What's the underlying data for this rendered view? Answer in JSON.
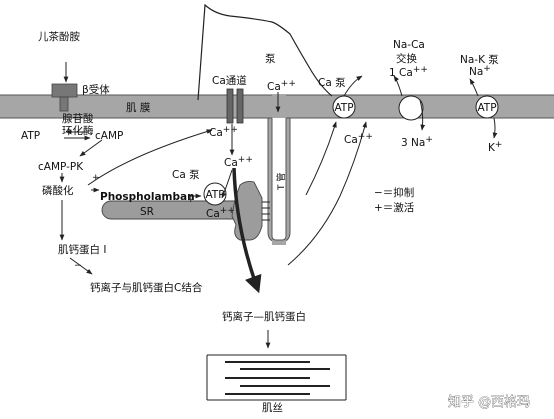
{
  "labels": {
    "norepinephrine": "儿茶酚胺",
    "beta_receptor": "β受体",
    "membrane": "肌 膜",
    "adenylate_cyclase_1": "腺苷酸",
    "adenylate_cyclase_2": "环化酶",
    "atp_left": "ATP",
    "camp": "cAMP",
    "camp_pk": "cAMP-PK",
    "phosphorylation": "磷酸化",
    "phospholamban": "Phospholamban",
    "sr": "SR",
    "troponin": "肌钙蛋白 I",
    "calcium_troponin_c": "钙离子与肌钙蛋白C结合",
    "calcium_troponin": "钙离子—肌钙蛋白",
    "myofilament": "肌丝",
    "ca_channel": "Ca通道",
    "ca_pump_sr": "Ca 泵",
    "ca_pump_membrane": "Ca 泵",
    "pump_top": "泵",
    "t_tubule": "T 管",
    "na_ca_1": "Na-Ca",
    "na_ca_2": "交换",
    "na_k_pump": "Na-K 泵",
    "ca_ion": "Ca",
    "na_ion": "Na",
    "k_ion": "K",
    "one": "1",
    "three": "3",
    "plus": "+",
    "plusplus": "++",
    "minus": "−",
    "atp": "ATP",
    "legend_inhibit": "−＝抑制",
    "legend_activate": "+＝激活",
    "watermark": "知乎 @西格玛"
  }
}
